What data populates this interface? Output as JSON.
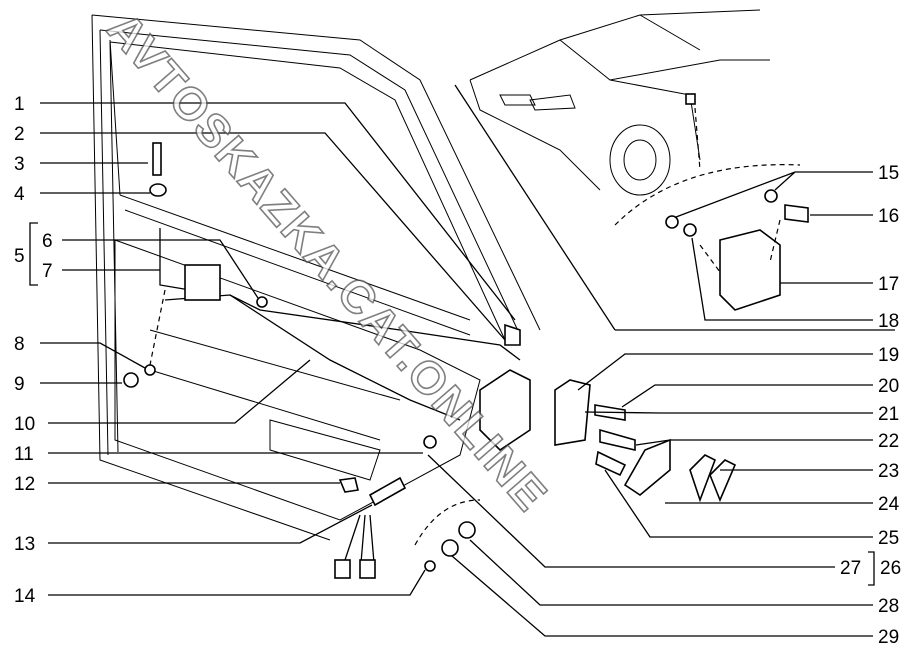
{
  "watermark": "AVTOSKAZKA.CAT.ONLINE",
  "labels": {
    "l1": "1",
    "l2": "2",
    "l3": "3",
    "l4": "4",
    "l5": "5",
    "l6": "6",
    "l7": "7",
    "l8": "8",
    "l9": "9",
    "l10": "10",
    "l11": "11",
    "l12": "12",
    "l13": "13",
    "l14": "14",
    "l15": "15",
    "l16": "16",
    "l17": "17",
    "l18": "18",
    "l19": "19",
    "l20": "20",
    "l21": "21",
    "l22": "22",
    "l23": "23",
    "l24": "24",
    "l25": "25",
    "l26": "26",
    "l27": "27",
    "l28": "28",
    "l29": "29"
  }
}
